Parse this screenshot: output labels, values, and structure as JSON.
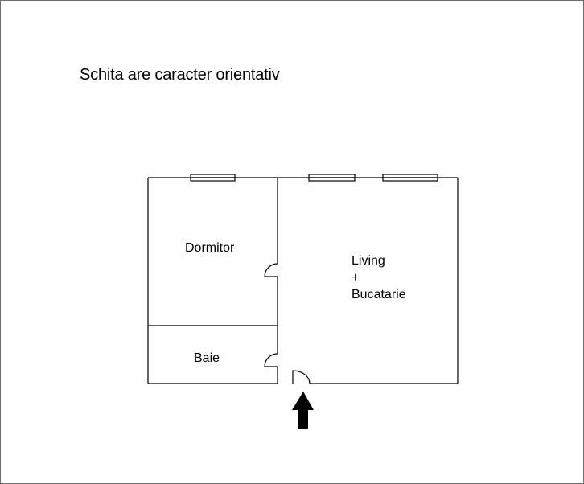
{
  "note": "Schita are caracter orientativ",
  "rooms": {
    "dormitor": "Dormitor",
    "baie": "Baie",
    "living_line1": "Living",
    "living_line2": "+",
    "living_line3": "Bucatarie"
  },
  "colors": {
    "line": "#000000",
    "arrow": "#000000",
    "frame": "#6e6e6e",
    "background": "#ffffff"
  },
  "icons": {
    "entrance": "up-arrow-icon"
  }
}
